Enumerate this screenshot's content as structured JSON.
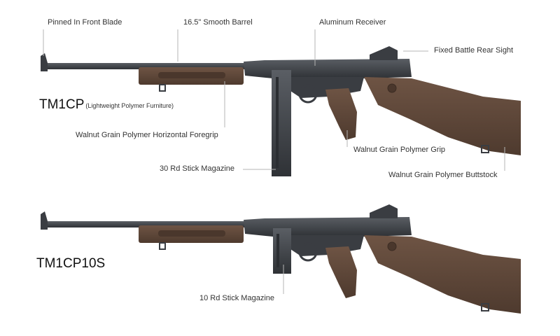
{
  "colors": {
    "metal": "#3a3d42",
    "metal_light": "#5a5e64",
    "wood": "#5a4336",
    "wood_light": "#6e5444",
    "leader": "#b5b5b5"
  },
  "top_rifle": {
    "model_name": "TM1CP",
    "model_note": "(Lightweight Polymer Furniture)",
    "callouts": {
      "front_blade": "Pinned In Front Blade",
      "barrel": "16.5\" Smooth Barrel",
      "receiver": "Aluminum Receiver",
      "rear_sight": "Fixed Battle Rear Sight",
      "foregrip": "Walnut Grain Polymer Horizontal Foregrip",
      "grip": "Walnut Grain Polymer Grip",
      "magazine": "30 Rd Stick Magazine",
      "buttstock": "Walnut Grain Polymer Buttstock"
    }
  },
  "bottom_rifle": {
    "model_name": "TM1CP10S",
    "callouts": {
      "magazine": "10 Rd Stick Magazine"
    }
  }
}
